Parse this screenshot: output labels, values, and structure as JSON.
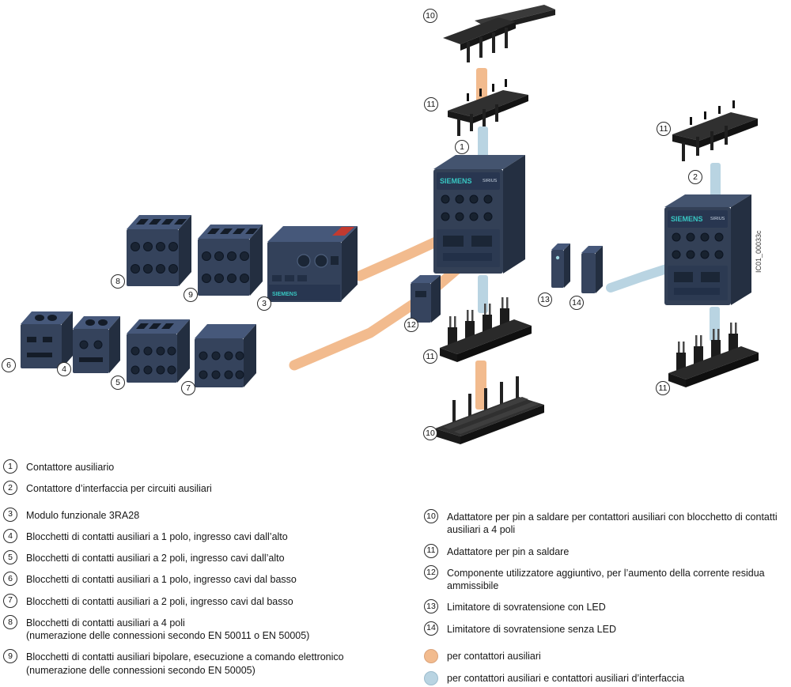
{
  "figure": {
    "brand": "SIEMENS",
    "brand_sub": "SIRIUS",
    "watermark": "IC01_00033c",
    "callouts": {
      "n1": "1",
      "n2": "2",
      "n3": "3",
      "n4": "4",
      "n5": "5",
      "n6": "6",
      "n7": "7",
      "n8": "8",
      "n9": "9",
      "n10": "10",
      "n11": "11",
      "n12": "12",
      "n13": "13",
      "n14": "14"
    }
  },
  "legend_left": [
    {
      "num": "1",
      "text": "Contattore ausiliario",
      "note": ""
    },
    {
      "num": "2",
      "text": "Contattore d’interfaccia per circuiti ausiliari",
      "note": ""
    },
    {
      "num": "3",
      "text": "Modulo funzionale 3RA28",
      "note": ""
    },
    {
      "num": "4",
      "text": "Blocchetti di contatti ausiliari a 1 polo, ingresso cavi dall’alto",
      "note": ""
    },
    {
      "num": "5",
      "text": "Blocchetti di contatti ausiliari a 2 poli, ingresso cavi dall’alto",
      "note": ""
    },
    {
      "num": "6",
      "text": "Blocchetti di contatti ausiliari a 1 polo, ingresso cavi dal basso",
      "note": ""
    },
    {
      "num": "7",
      "text": "Blocchetti di contatti ausiliari a 2 poli, ingresso cavi dal basso",
      "note": ""
    },
    {
      "num": "8",
      "text": "Blocchetti di contatti ausiliari a 4 poli",
      "note": "(numerazione delle connessioni secondo EN 50011 o EN 50005)"
    },
    {
      "num": "9",
      "text": "Blocchetti di contatti ausiliari bipolare, esecuzione a comando elettronico",
      "note": "(numerazione delle connessioni secondo EN 50005)"
    }
  ],
  "legend_right": [
    {
      "num": "10",
      "text": "Adattatore per pin a saldare per contattori ausiliari con blocchetto di contatti ausiliari a 4 poli"
    },
    {
      "num": "11",
      "text": "Adattatore per pin a saldare"
    },
    {
      "num": "12",
      "text": "Componente utilizzatore aggiuntivo, per l’aumento della corrente residua ammissibile"
    },
    {
      "num": "13",
      "text": "Limitatore di sovratensione con LED"
    },
    {
      "num": "14",
      "text": "Limitatore di sovratensione senza LED"
    }
  ],
  "color_key": [
    {
      "label": "per contattori ausiliari",
      "color": "#f2bb8e"
    },
    {
      "label": "per contattori ausiliari e contattori ausiliari d’interfaccia",
      "color": "#b9d4e2"
    }
  ]
}
